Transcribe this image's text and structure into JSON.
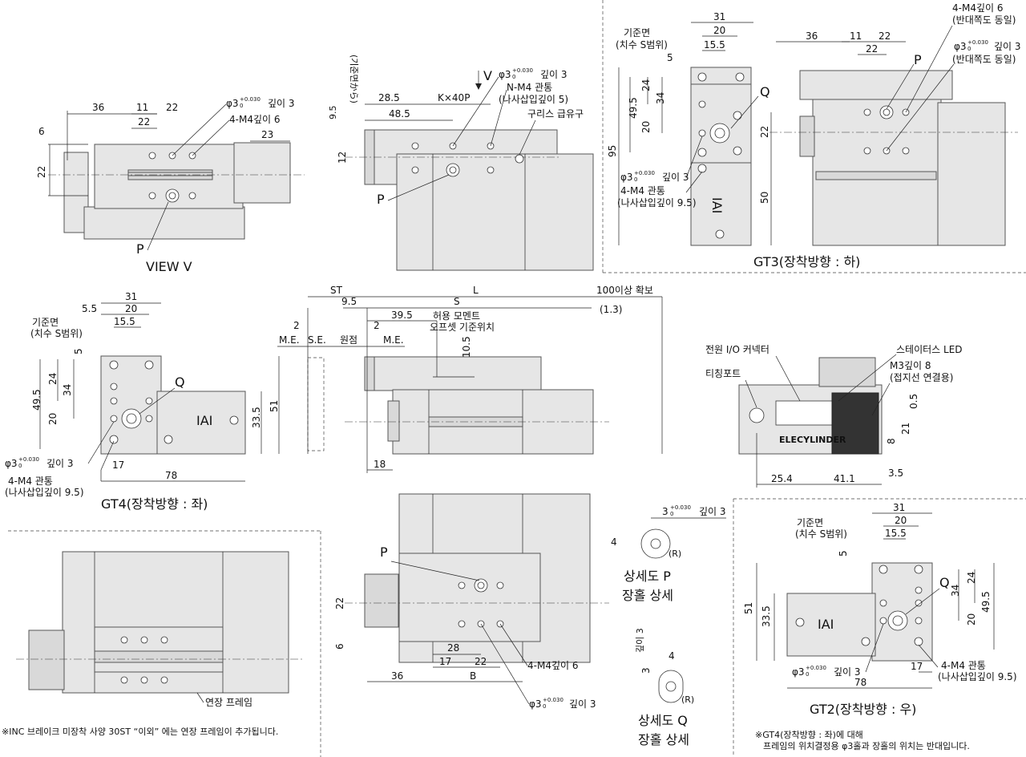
{
  "view_v": {
    "dims": {
      "d36": "36",
      "d11": "11",
      "d22a": "22",
      "d22b": "22",
      "d6": "6",
      "d22v": "22",
      "d23": "23"
    },
    "hole_note": "φ3",
    "tol": "+0.030",
    "tol0": "0",
    "depth3": "깊이 3",
    "m4_note": "4-M4깊이 6",
    "p_label": "P",
    "caption": "VIEW V"
  },
  "side_view": {
    "dims": {
      "d285": "28.5",
      "d485": "48.5",
      "kx40p": "K×40P",
      "d95": "9.5",
      "ref_face": "(기준면から)",
      "d12": "12"
    },
    "v_label": "V",
    "hole_note": "φ3",
    "tol": "+0.030",
    "tol0": "0",
    "depth3": "깊이 3",
    "nm4": "N-M4 관통",
    "screw_depth5": "(나사삽입깊이 5)",
    "grease": "구리스 급유구",
    "p_label": "P"
  },
  "gt3": {
    "dims": {
      "d31": "31",
      "d20": "20",
      "d155": "15.5",
      "d5": "5",
      "d24": "24",
      "d34": "34",
      "d495": "49.5",
      "d20v": "20",
      "d95": "95",
      "d36": "36",
      "d11": "11",
      "d22a": "22",
      "d22b": "22",
      "d22v": "22",
      "d50": "50"
    },
    "ref": "기준면",
    "ref_s": "(치수 S범위)",
    "m4_6": "4-M4깊이 6",
    "same_opp": "(반대쪽도 동일)",
    "hole_note": "φ3",
    "tol": "+0.030",
    "tol0": "0",
    "depth3": "깊이 3",
    "same_opp2": "(반대쪽도 동일)",
    "q_label": "Q",
    "p_label": "P",
    "m4_thru": "4-M4 관통",
    "screw_95": "(나사삽입깊이 9.5)",
    "caption": "GT3(장착방향 : 하)"
  },
  "gt4": {
    "dims": {
      "d31": "31",
      "d55": "5.5",
      "d20": "20",
      "d155": "15.5",
      "d5": "5",
      "d24": "24",
      "d34": "34",
      "d495": "49.5",
      "d20v": "20",
      "d335": "33.5",
      "d51": "51",
      "d17": "17",
      "d78": "78"
    },
    "ref": "기준면",
    "ref_s": "(치수 S범위)",
    "q_label": "Q",
    "hole_note": "φ3",
    "tol": "+0.030",
    "tol0": "0",
    "depth3": "깊이 3",
    "m4_thru": "4-M4 관통",
    "screw_95": "(나사삽입깊이 9.5)",
    "caption": "GT4(장착방향 : 좌)"
  },
  "top_view": {
    "dims": {
      "st": "ST",
      "l": "L",
      "d100": "100이상 확보",
      "d95": "9.5",
      "s": "S",
      "d13": "(1.3)",
      "d395": "39.5",
      "d2a": "2",
      "d2b": "2",
      "me1": "M.E.",
      "se": "S.E.",
      "origin": "원점",
      "me2": "M.E.",
      "d105": "10.5",
      "d18": "18"
    },
    "moment": "허용 모멘트",
    "moment2": "오프셋 기준위치"
  },
  "connector": {
    "power": "전원 I/O 커넥터",
    "teach": "티칭포트",
    "status": "스테이터스 LED",
    "m3": "M3깊이 8",
    "ground": "(접지선 연결용)",
    "brand": "ELECYLINDER",
    "dims": {
      "d05": "0.5",
      "d21": "21",
      "d8": "8",
      "d254": "25.4",
      "d411": "41.1",
      "d35": "3.5"
    }
  },
  "bottom_view": {
    "p_label": "P",
    "dims": {
      "d22": "22",
      "d6": "6",
      "d28": "28",
      "d17": "17",
      "d22b": "22",
      "d36": "36",
      "b": "B"
    },
    "m4_6": "4-M4깊이 6",
    "hole_note": "φ3",
    "tol": "+0.030",
    "tol0": "0",
    "depth3": "깊이 3"
  },
  "detail": {
    "p_hole": "3",
    "tol": "+0.030",
    "tol0": "0",
    "depth3": "깊이 3",
    "d4": "4",
    "r": "(R)",
    "p_title": "상세도 P",
    "p_sub": "장홀 상세",
    "q_hole": "3",
    "q_depth": "깊이 3",
    "q_d4": "4",
    "q_title": "상세도 Q",
    "q_sub": "장홀 상세"
  },
  "ext_frame": {
    "label": "연장 프레임",
    "note": "※INC 브레이크 미장착 사양 30ST “이외” 에는 연장 프레임이 추가됩니다."
  },
  "gt2": {
    "dims": {
      "d31": "31",
      "d20": "20",
      "d155": "15.5",
      "d5": "5",
      "d51": "51",
      "d335": "33.5",
      "d34": "34",
      "d24": "24",
      "d495": "49.5",
      "d20v": "20",
      "d17": "17",
      "d78": "78"
    },
    "ref": "기준면",
    "ref_s": "(치수 S범위)",
    "q_label": "Q",
    "hole_note": "φ3",
    "tol": "+0.030",
    "tol0": "0",
    "depth3": "깊이 3",
    "m4_thru": "4-M4 관통",
    "screw_95": "(나사삽입깊이 9.5)",
    "caption": "GT2(장착방향 : 우)",
    "note1": "※GT4(장착방향 : 좌)에 대해",
    "note2": "프레임의 위치결정용 φ3홀과 장홀의 위치는 반대입니다."
  },
  "logo": "IAI"
}
